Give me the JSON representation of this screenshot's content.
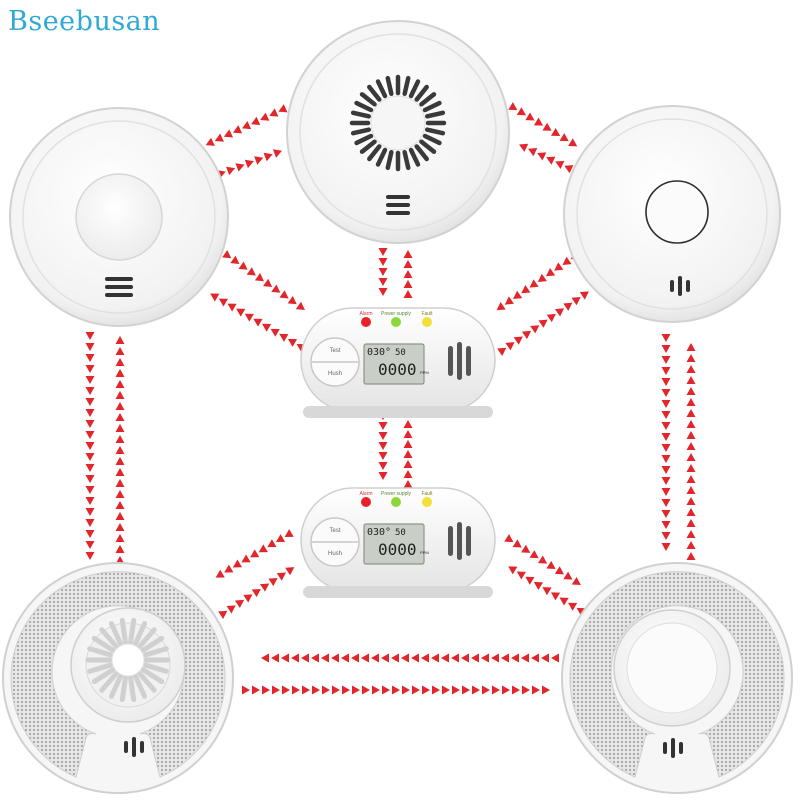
{
  "brand": {
    "name": "Bseebusan",
    "color": "#2fa9d6"
  },
  "co_alarm": {
    "indicators": [
      {
        "label": "Alarm",
        "color": "#e8202a"
      },
      {
        "label": "Power supply",
        "color": "#8cd83a"
      },
      {
        "label": "Fault",
        "color": "#f2e03a"
      }
    ],
    "buttons": {
      "test": "Test",
      "hush": "Hush"
    },
    "display": {
      "top_reading": "030°",
      "secondary_reading": "50",
      "main_reading": "0000",
      "unit": "PPM"
    }
  },
  "colors": {
    "arrow": "#e1262c",
    "device_white": "#f4f4f4",
    "device_edge": "#d2d2d2",
    "mesh": "#b9b9b9",
    "lcd": "#c9cfc6"
  }
}
